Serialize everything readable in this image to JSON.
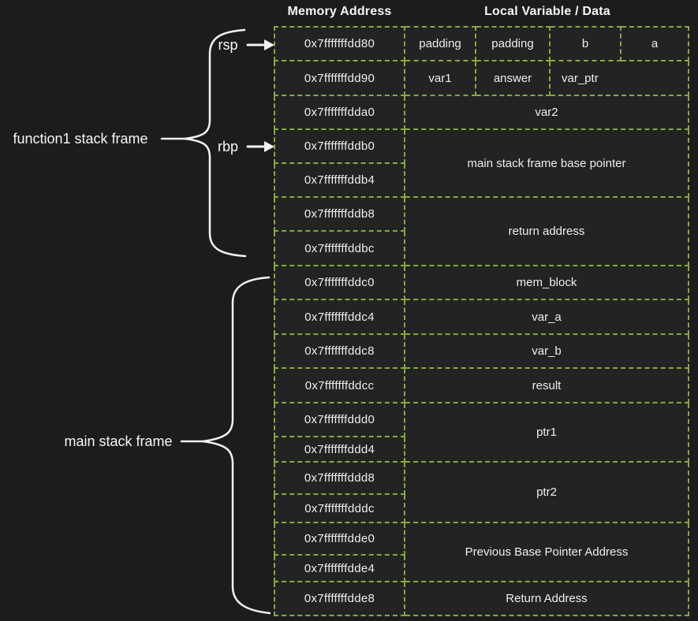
{
  "colors": {
    "background": "#1c1c1c",
    "cell_background": "#232323",
    "grid_green": "#84aa3c",
    "text": "#eeeeee"
  },
  "table": {
    "headers": {
      "address": "Memory Address",
      "data": "Local Variable / Data"
    },
    "addresses": [
      "0x7fffffffdd80",
      "0x7fffffffdd90",
      "0x7fffffffdda0",
      "0x7fffffffddb0",
      "0x7fffffffddb4",
      "0x7fffffffddb8",
      "0x7fffffffddbc",
      "0x7fffffffddc0",
      "0x7fffffffddc4",
      "0x7fffffffddc8",
      "0x7fffffffddcc",
      "0x7fffffffddd0",
      "0x7fffffffddd4",
      "0x7fffffffddd8",
      "0x7fffffffdddc",
      "0x7fffffffdde0",
      "0x7fffffffdde4",
      "0x7fffffffdde8"
    ],
    "cells": [
      {
        "label": "padding",
        "row": 1,
        "col": 2,
        "rowspan": 1,
        "colspan": 1,
        "align": "center"
      },
      {
        "label": "padding",
        "row": 1,
        "col": 3,
        "rowspan": 1,
        "colspan": 1,
        "align": "center"
      },
      {
        "label": "b",
        "row": 1,
        "col": 4,
        "rowspan": 1,
        "colspan": 1,
        "align": "center"
      },
      {
        "label": "a",
        "row": 1,
        "col": 5,
        "rowspan": 1,
        "colspan": 1,
        "align": "center"
      },
      {
        "label": "var1",
        "row": 2,
        "col": 2,
        "rowspan": 1,
        "colspan": 1,
        "align": "center"
      },
      {
        "label": "answer",
        "row": 2,
        "col": 3,
        "rowspan": 1,
        "colspan": 1,
        "align": "center"
      },
      {
        "label": "var_ptr",
        "row": 2,
        "col": 4,
        "rowspan": 1,
        "colspan": 2,
        "align": "left"
      },
      {
        "label": "var2",
        "row": 3,
        "col": 2,
        "rowspan": 1,
        "colspan": 4,
        "align": "center"
      },
      {
        "label": "main stack frame base pointer",
        "row": 4,
        "col": 2,
        "rowspan": 2,
        "colspan": 4,
        "align": "center"
      },
      {
        "label": "return address",
        "row": 6,
        "col": 2,
        "rowspan": 2,
        "colspan": 4,
        "align": "center"
      },
      {
        "label": "mem_block",
        "row": 8,
        "col": 2,
        "rowspan": 1,
        "colspan": 4,
        "align": "center"
      },
      {
        "label": "var_a",
        "row": 9,
        "col": 2,
        "rowspan": 1,
        "colspan": 4,
        "align": "center"
      },
      {
        "label": "var_b",
        "row": 10,
        "col": 2,
        "rowspan": 1,
        "colspan": 4,
        "align": "center"
      },
      {
        "label": "result",
        "row": 11,
        "col": 2,
        "rowspan": 1,
        "colspan": 4,
        "align": "center"
      },
      {
        "label": "ptr1",
        "row": 12,
        "col": 2,
        "rowspan": 2,
        "colspan": 4,
        "align": "center"
      },
      {
        "label": "ptr2",
        "row": 14,
        "col": 2,
        "rowspan": 2,
        "colspan": 4,
        "align": "center"
      },
      {
        "label": "Previous Base Pointer Address",
        "row": 16,
        "col": 2,
        "rowspan": 2,
        "colspan": 4,
        "align": "center"
      },
      {
        "label": "Return Address",
        "row": 18,
        "col": 2,
        "rowspan": 1,
        "colspan": 4,
        "align": "center"
      }
    ]
  },
  "annotations": {
    "function1_label": "function1 stack frame",
    "main_label": "main stack frame",
    "rsp_label": "rsp",
    "rbp_label": "rbp"
  }
}
